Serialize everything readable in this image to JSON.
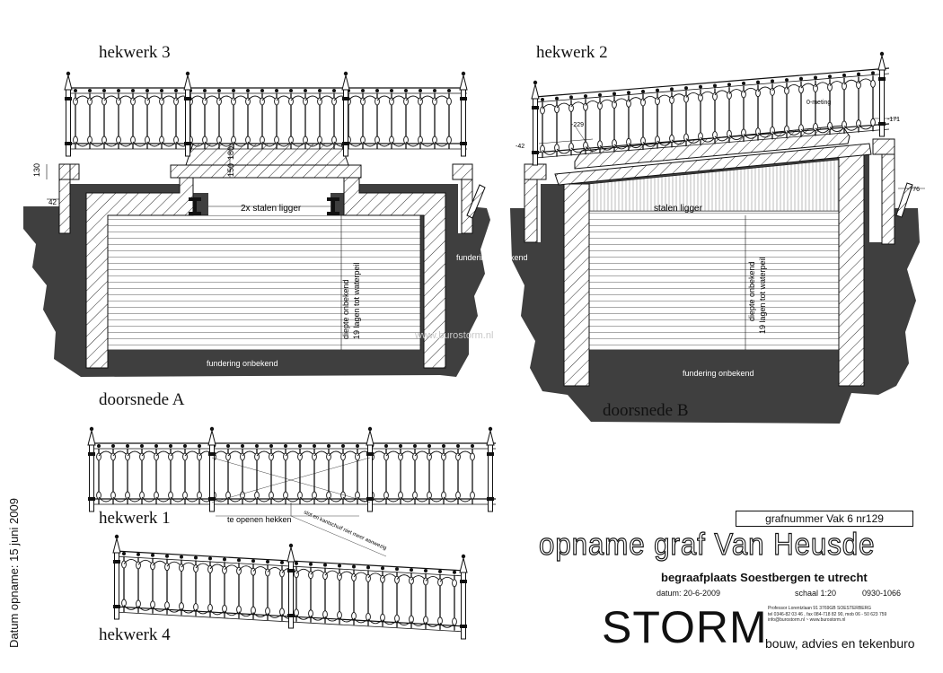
{
  "sections": {
    "hekwerk3": "hekwerk 3",
    "hekwerk2": "hekwerk 2",
    "hekwerk1": "hekwerk 1",
    "hekwerk4": "hekwerk 4",
    "doorsnede_a": "doorsnede A",
    "doorsnede_b": "doorsnede B"
  },
  "annotations_a": {
    "dim_130": "130",
    "dim_42": "42",
    "dim_150": "150",
    "dim_180": "180",
    "ligger": "2x stalen ligger",
    "diepte1": "diepte onbekend",
    "diepte2": "19 lagen tot waterpeil",
    "fundering": "fundering onbekend",
    "fundering_side": "fundering onbekend"
  },
  "annotations_b": {
    "dim_229": "-229",
    "dim_42": "-42",
    "dim_0": "0-meting",
    "dim_171": "-171",
    "dim_776": "-776",
    "ligger": "stalen ligger",
    "diepte1": "diepte onbekend",
    "diepte2": "19 lagen tot waterpeil",
    "fundering": "fundering onbekend"
  },
  "annotations_fence": {
    "te_openen": "te openen hekken",
    "slot": "slot en kantschuif niet meer aanwezig"
  },
  "titleblock": {
    "grafnummer": "grafnummer Vak 6 nr129",
    "title": "opname graf Van Heusde",
    "subtitle": "begraafplaats Soestbergen te utrecht",
    "datum": "datum: 20-6-2009",
    "schaal": "schaal 1:20",
    "projectnr": "0930-1066",
    "logo": "STORM",
    "address1": "Professor Lorentzlaan 91  3769GB  SOESTERBERG",
    "address2": "tel 0346-82 03 46 ,   fax  084-718 82 90,  mob 06 - 50 623 759",
    "address3": "info@burostorm.nl   ~   www.burostorm.nl",
    "tagline": "bouw, advies en tekenburo"
  },
  "side": {
    "datum_opname": "Datum opname: 15 juni 2009"
  },
  "watermark": "www.burostorm.nl",
  "colors": {
    "ground": "#3f3f3f",
    "line": "#111111",
    "paper": "#ffffff"
  }
}
